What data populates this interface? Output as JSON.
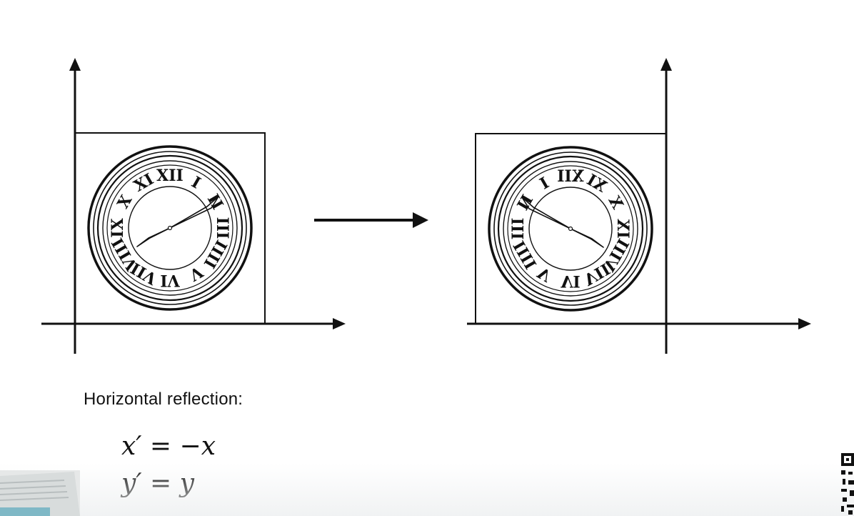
{
  "caption": "Horizontal reflection:",
  "equations": {
    "line1": "x′ = −x",
    "line2": "y′ = y"
  },
  "colors": {
    "ink": "#111111",
    "background": "#ffffff"
  },
  "icons": {
    "transform_arrow": "right-arrow-icon",
    "clock": "clock-face-icon"
  }
}
